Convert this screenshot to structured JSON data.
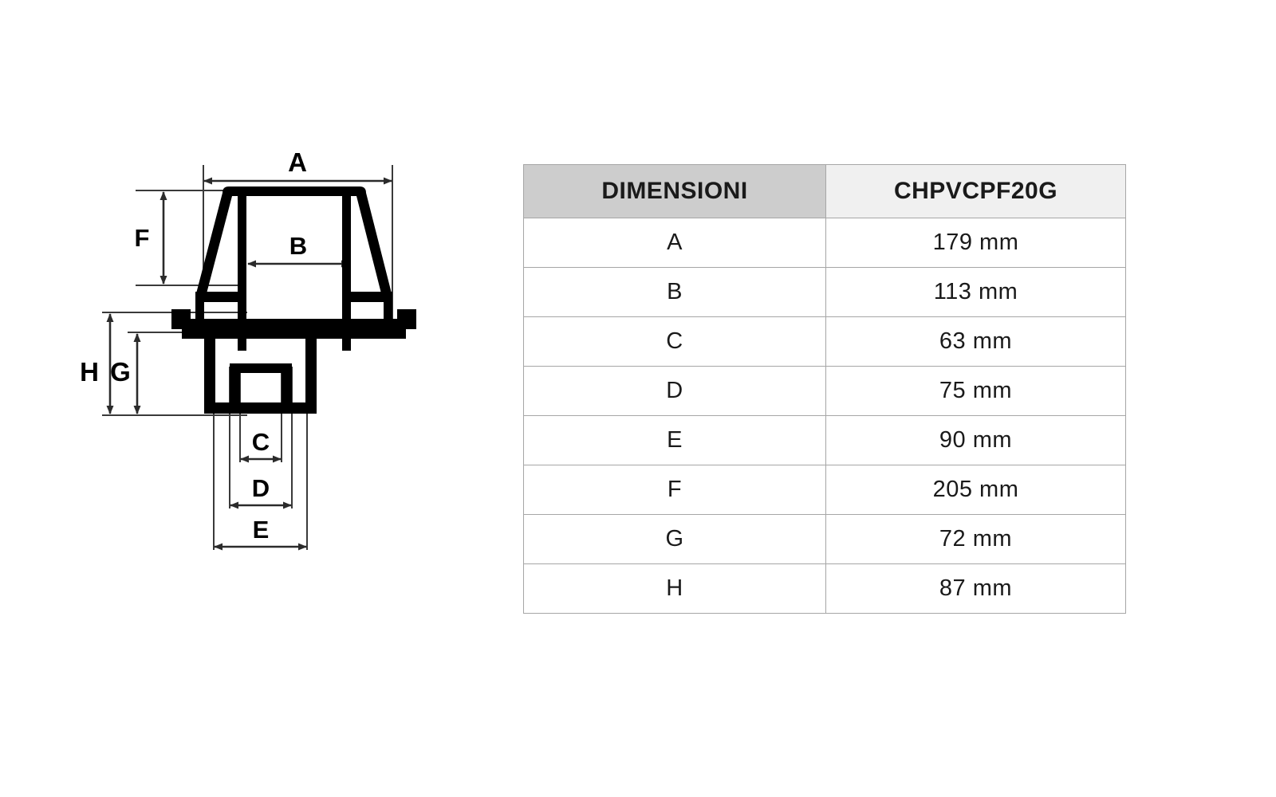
{
  "drawing": {
    "title": "product-cross-section-drawing",
    "dimension_labels": [
      {
        "key": "A",
        "label": "A",
        "orientation": "horizontal",
        "position": "top-overall-width"
      },
      {
        "key": "B",
        "label": "B",
        "orientation": "horizontal",
        "position": "upper-inner-width"
      },
      {
        "key": "C",
        "label": "C",
        "orientation": "horizontal",
        "position": "bottom-spigot-inner"
      },
      {
        "key": "D",
        "label": "D",
        "orientation": "horizontal",
        "position": "bottom-spigot-outer"
      },
      {
        "key": "E",
        "label": "E",
        "orientation": "horizontal",
        "position": "bottom-body-width"
      },
      {
        "key": "F",
        "label": "F",
        "orientation": "vertical",
        "position": "left-upper-height"
      },
      {
        "key": "G",
        "label": "G",
        "orientation": "vertical",
        "position": "left-lower-inner-height"
      },
      {
        "key": "H",
        "label": "H",
        "orientation": "vertical",
        "position": "left-lower-outer-height"
      }
    ],
    "stroke_color": "#000000",
    "dimension_line_color": "#333333"
  },
  "table": {
    "name": "dimensions-table",
    "header": {
      "label_column": "DIMENSIONI",
      "value_column": "CHPVCPF20G",
      "label_bg": "#cdcdcd",
      "value_bg": "#f0f0f0",
      "border_color": "#a6a6a6"
    },
    "rows": [
      {
        "label": "A",
        "value": "179 mm"
      },
      {
        "label": "B",
        "value": "113 mm"
      },
      {
        "label": "C",
        "value": "63 mm"
      },
      {
        "label": "D",
        "value": "75 mm"
      },
      {
        "label": "E",
        "value": "90 mm"
      },
      {
        "label": "F",
        "value": "205 mm"
      },
      {
        "label": "G",
        "value": "72 mm"
      },
      {
        "label": "H",
        "value": "87 mm"
      }
    ]
  }
}
